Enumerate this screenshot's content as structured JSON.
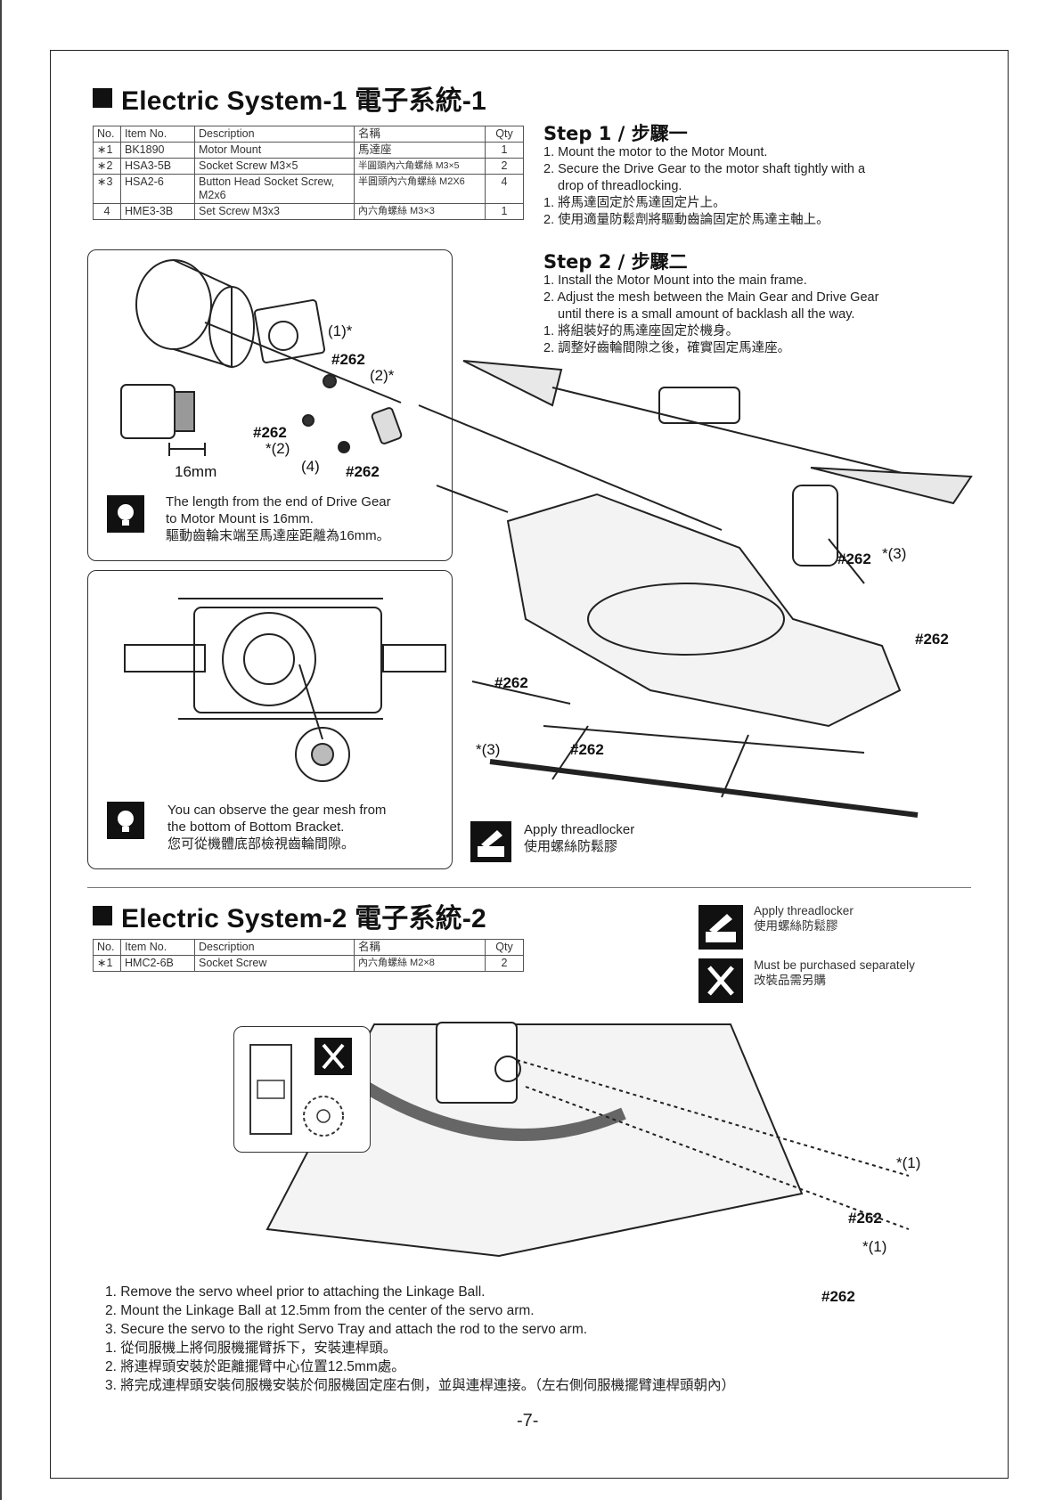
{
  "section1": {
    "title": "Electric System-1 電子系統-1",
    "parts_header": [
      "No.",
      "Item No.",
      "Description",
      "名稱",
      "Qty"
    ],
    "parts": [
      {
        "no": "∗1",
        "item": "BK1890",
        "desc": "Motor Mount",
        "name": "馬達座",
        "qty": "1"
      },
      {
        "no": "∗2",
        "item": "HSA3-5B",
        "desc": "Socket Screw M3×5",
        "name": "半圓頭內六角螺絲 M3×5",
        "qty": "2"
      },
      {
        "no": "∗3",
        "item": "HSA2-6",
        "desc": "Button Head Socket Screw, M2x6",
        "name": "半圓頭內六角螺絲 M2X6",
        "qty": "4"
      },
      {
        "no": "4",
        "item": "HME3-3B",
        "desc": "Set Screw M3x3",
        "name": "內六角螺絲 M3×3",
        "qty": "1"
      }
    ],
    "step1": {
      "title": "Step 1 / 步驟一",
      "l1": "1. Mount the motor to the Motor Mount.",
      "l2": "2. Secure the Drive Gear to the motor shaft tightly with a",
      "l2b": "drop of threadlocking.",
      "l3": "1. 將馬達固定於馬達固定片上。",
      "l4": "2. 使用適量防鬆劑將驅動齒論固定於馬達主軸上。"
    },
    "step2": {
      "title": "Step 2 / 步驟二",
      "l1": "1. Install the Motor Mount into the main frame.",
      "l2": "2. Adjust the mesh between the Main Gear and Drive Gear",
      "l2b": "until there is a small amount of backlash all the way.",
      "l3": "1. 將組裝好的馬達座固定於機身。",
      "l4": "2. 調整好齒輪間隙之後，確實固定馬達座。"
    },
    "tip1": {
      "l1": "The length from the end of Drive Gear",
      "l2": "to Motor Mount is 16mm.",
      "l3": "驅動齒輪末端至馬達座距離為16mm。"
    },
    "tip2": {
      "l1": "You can observe the gear mesh from",
      "l2": "the bottom of Bottom Bracket.",
      "l3": "您可從機體底部檢視齒輪間隙。"
    },
    "labels": {
      "p1": "(1)*",
      "p262a": "#262",
      "p2": "(2)*",
      "p262b": "#262",
      "p2b": "*(2)",
      "p4": "(4)",
      "p262c": "#262",
      "mm16": "16mm",
      "h262a": "#262",
      "h3a": "*(3)",
      "h262b": "#262",
      "h262c": "#262",
      "h3b": "*(3)",
      "h262d": "#262"
    },
    "apply": {
      "l1": "Apply threadlocker",
      "l2": "使用螺絲防鬆膠"
    }
  },
  "section2": {
    "title": "Electric System-2 電子系統-2",
    "parts_header": [
      "No.",
      "Item No.",
      "Description",
      "名稱",
      "Qty"
    ],
    "parts": [
      {
        "no": "∗1",
        "item": "HMC2-6B",
        "desc": "Socket Screw",
        "name": "內六角螺絲 M2×8",
        "qty": "2"
      }
    ],
    "legend": {
      "a1": "Apply threadlocker",
      "a2": "使用螺絲防鬆膠",
      "b1": "Must be purchased separately",
      "b2": "改裝品需另購"
    },
    "labels": {
      "s1a": "*(1)",
      "s262a": "#262",
      "s1b": "*(1)",
      "s262b": "#262"
    },
    "notes": [
      "1. Remove the servo wheel prior to attaching the Linkage Ball.",
      "2. Mount the Linkage Ball at 12.5mm from the center of the servo arm.",
      "3. Secure the servo to the right Servo Tray and attach the rod to the servo arm.",
      "1. 從伺服機上將伺服機擺臂拆下，安裝連桿頭。",
      "2. 將連桿頭安裝於距離擺臂中心位置12.5mm處。",
      "3. 將完成連桿頭安裝伺服機安裝於伺服機固定座右側，並與連桿連接。（左右側伺服機擺臂連桿頭朝內）"
    ]
  },
  "page_number": "-7-"
}
